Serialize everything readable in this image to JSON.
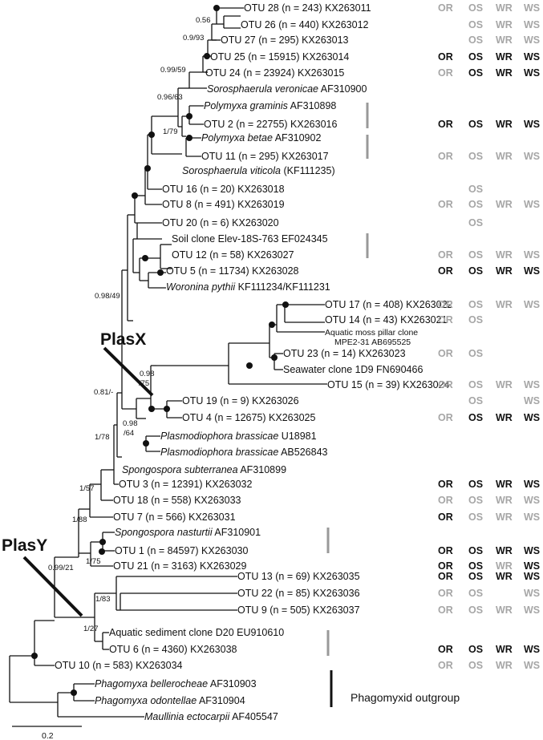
{
  "colors": {
    "present": "#111111",
    "absent": "#a6a6a6",
    "branch": "#111111",
    "bracket": "#999999"
  },
  "habitat_headers": [
    "OR",
    "OS",
    "WR",
    "WS"
  ],
  "taxa": [
    {
      "id": "otu28",
      "name": "OTU 28 (n = 243) KX263011",
      "italic": false,
      "hab": [
        "OR",
        "OS",
        "WR",
        "WS"
      ],
      "show": [
        0,
        0,
        0,
        0
      ]
    },
    {
      "id": "otu26",
      "name": "OTU 26 (n = 440) KX263012",
      "italic": false,
      "hab": [
        "",
        "OS",
        "WR",
        "WS"
      ],
      "show": [
        0,
        0,
        0,
        0
      ]
    },
    {
      "id": "otu27",
      "name": "OTU 27 (n = 295) KX263013",
      "italic": false,
      "hab": [
        "",
        "OS",
        "WR",
        "WS"
      ],
      "show": [
        0,
        0,
        0,
        0
      ]
    },
    {
      "id": "otu25",
      "name": "OTU 25 (n = 15915) KX263014",
      "italic": false,
      "hab": [
        "OR",
        "OS",
        "WR",
        "WS"
      ],
      "show": [
        1,
        1,
        1,
        1
      ]
    },
    {
      "id": "otu24",
      "name": "OTU 24 (n = 23924) KX263015",
      "italic": false,
      "hab": [
        "OR",
        "OS",
        "WR",
        "WS"
      ],
      "show": [
        0,
        1,
        1,
        1
      ]
    },
    {
      "id": "sveronicae",
      "name": "Sorosphaerula veronicae",
      "acc": "AF310900",
      "italic": true,
      "hab": [
        "",
        "",
        "",
        ""
      ],
      "show": [
        0,
        0,
        0,
        0
      ]
    },
    {
      "id": "pgraminis",
      "name": "Polymyxa graminis",
      "acc": "AF310898",
      "italic": true,
      "hab": [
        "",
        "",
        "",
        ""
      ],
      "show": [
        0,
        0,
        0,
        0
      ]
    },
    {
      "id": "otu2",
      "name": "OTU 2 (n = 22755) KX263016",
      "italic": false,
      "hab": [
        "OR",
        "OS",
        "WR",
        "WS"
      ],
      "show": [
        1,
        1,
        1,
        1
      ]
    },
    {
      "id": "pbetae",
      "name": "Polymyxa betae",
      "acc": "AF310902",
      "italic": true,
      "hab": [
        "",
        "",
        "",
        ""
      ],
      "show": [
        0,
        0,
        0,
        0
      ]
    },
    {
      "id": "otu11",
      "name": "OTU 11 (n = 295) KX263017",
      "italic": false,
      "hab": [
        "OR",
        "OS",
        "WR",
        "WS"
      ],
      "show": [
        0,
        0,
        0,
        0
      ]
    },
    {
      "id": "sviticola",
      "name": "Sorosphaerula viticola",
      "acc": "(KF111235)",
      "italic": true,
      "hab": [
        "",
        "",
        "",
        ""
      ],
      "show": [
        0,
        0,
        0,
        0
      ]
    },
    {
      "id": "otu16",
      "name": "OTU 16 (n = 20) KX263018",
      "italic": false,
      "hab": [
        "",
        "OS",
        "",
        ""
      ],
      "show": [
        0,
        0,
        0,
        0
      ]
    },
    {
      "id": "otu8",
      "name": "OTU 8 (n = 491) KX263019",
      "italic": false,
      "hab": [
        "OR",
        "OS",
        "WR",
        "WS"
      ],
      "show": [
        0,
        0,
        0,
        0
      ]
    },
    {
      "id": "otu20",
      "name": "OTU 20 (n = 6) KX263020",
      "italic": false,
      "hab": [
        "",
        "OS",
        "",
        ""
      ],
      "show": [
        0,
        0,
        0,
        0
      ]
    },
    {
      "id": "soilclone",
      "name": "Soil clone Elev-18S-763 EF024345",
      "italic": false,
      "hab": [
        "",
        "",
        "",
        ""
      ],
      "show": [
        0,
        0,
        0,
        0
      ]
    },
    {
      "id": "otu12",
      "name": "OTU 12 (n = 58) KX263027",
      "italic": false,
      "hab": [
        "OR",
        "OS",
        "WR",
        "WS"
      ],
      "show": [
        0,
        0,
        0,
        0
      ]
    },
    {
      "id": "otu5",
      "name": "OTU 5 (n = 11734) KX263028",
      "italic": false,
      "hab": [
        "OR",
        "OS",
        "WR",
        "WS"
      ],
      "show": [
        1,
        1,
        1,
        1
      ]
    },
    {
      "id": "wpythii",
      "name": "Woronina pythii",
      "acc": "KF111234/KF111231",
      "italic": true,
      "hab": [
        "",
        "",
        "",
        ""
      ],
      "show": [
        0,
        0,
        0,
        0
      ]
    },
    {
      "id": "otu17",
      "name": "OTU 17 (n = 408) KX263022",
      "italic": false,
      "hab": [
        "OR",
        "OS",
        "WR",
        "WS"
      ],
      "show": [
        0,
        0,
        0,
        0
      ]
    },
    {
      "id": "otu14",
      "name": "OTU 14 (n = 43) KX263021",
      "italic": false,
      "hab": [
        "OR",
        "OS",
        "",
        ""
      ],
      "show": [
        0,
        0,
        0,
        0
      ]
    },
    {
      "id": "mosspillar",
      "name": "Aquatic moss pillar clone",
      "name2": "MPE2-31 AB695525",
      "italic": false,
      "hab": [
        "",
        "",
        "",
        ""
      ],
      "show": [
        0,
        0,
        0,
        0
      ]
    },
    {
      "id": "otu23",
      "name": "OTU 23 (n = 14) KX263023",
      "italic": false,
      "hab": [
        "OR",
        "OS",
        "",
        ""
      ],
      "show": [
        0,
        0,
        0,
        0
      ]
    },
    {
      "id": "seawater",
      "name": "Seawater clone 1D9 FN690466",
      "italic": false,
      "hab": [
        "",
        "",
        "",
        ""
      ],
      "show": [
        0,
        0,
        0,
        0
      ]
    },
    {
      "id": "otu15",
      "name": "OTU 15 (n = 39) KX263024",
      "italic": false,
      "hab": [
        "OR",
        "OS",
        "WR",
        "WS"
      ],
      "show": [
        0,
        0,
        0,
        0
      ]
    },
    {
      "id": "otu19",
      "name": "OTU 19 (n = 9) KX263026",
      "italic": false,
      "hab": [
        "",
        "OS",
        "",
        "WS"
      ],
      "show": [
        0,
        0,
        0,
        0
      ]
    },
    {
      "id": "otu4",
      "name": "OTU 4 (n = 12675) KX263025",
      "italic": false,
      "hab": [
        "OR",
        "OS",
        "WR",
        "WS"
      ],
      "show": [
        0,
        1,
        1,
        1
      ]
    },
    {
      "id": "pbrassicae1",
      "name": "Plasmodiophora brassicae",
      "acc": "U18981",
      "italic": true,
      "hab": [
        "",
        "",
        "",
        ""
      ],
      "show": [
        0,
        0,
        0,
        0
      ]
    },
    {
      "id": "pbrassicae2",
      "name": "Plasmodiophora brassicae",
      "acc": "AB526843",
      "italic": true,
      "hab": [
        "",
        "",
        "",
        ""
      ],
      "show": [
        0,
        0,
        0,
        0
      ]
    },
    {
      "id": "ssubterranea",
      "name": "Spongospora subterranea",
      "acc": "AF310899",
      "italic": true,
      "hab": [
        "",
        "",
        "",
        ""
      ],
      "show": [
        0,
        0,
        0,
        0
      ]
    },
    {
      "id": "otu3",
      "name": "OTU 3 (n = 12391) KX263032",
      "italic": false,
      "hab": [
        "OR",
        "OS",
        "WR",
        "WS"
      ],
      "show": [
        1,
        1,
        1,
        1
      ]
    },
    {
      "id": "otu18",
      "name": "OTU 18 (n = 558) KX263033",
      "italic": false,
      "hab": [
        "OR",
        "OS",
        "WR",
        "WS"
      ],
      "show": [
        0,
        0,
        0,
        0
      ]
    },
    {
      "id": "otu7",
      "name": "OTU 7 (n = 566) KX263031",
      "italic": false,
      "hab": [
        "OR",
        "OS",
        "WR",
        "WS"
      ],
      "show": [
        1,
        0,
        0,
        0
      ]
    },
    {
      "id": "snasturtii",
      "name": "Spongospora nasturtii",
      "acc": "AF310901",
      "italic": true,
      "hab": [
        "",
        "",
        "",
        ""
      ],
      "show": [
        0,
        0,
        0,
        0
      ]
    },
    {
      "id": "otu1",
      "name": "OTU 1 (n = 84597) KX263030",
      "italic": false,
      "hab": [
        "OR",
        "OS",
        "WR",
        "WS"
      ],
      "show": [
        1,
        1,
        1,
        1
      ]
    },
    {
      "id": "otu21",
      "name": "OTU 21 (n = 3163) KX263029",
      "italic": false,
      "hab": [
        "OR",
        "OS",
        "WR",
        "WS"
      ],
      "show": [
        1,
        1,
        0,
        1
      ]
    },
    {
      "id": "otu13",
      "name": "OTU 13 (n = 69) KX263035",
      "italic": false,
      "hab": [
        "OR",
        "OS",
        "WR",
        "WS"
      ],
      "show": [
        1,
        1,
        1,
        1
      ]
    },
    {
      "id": "otu22",
      "name": "OTU 22 (n = 85) KX263036",
      "italic": false,
      "hab": [
        "OR",
        "OS",
        "",
        "WS"
      ],
      "show": [
        0,
        0,
        0,
        0
      ]
    },
    {
      "id": "otu9",
      "name": "OTU 9 (n = 505) KX263037",
      "italic": false,
      "hab": [
        "OR",
        "OS",
        "WR",
        "WS"
      ],
      "show": [
        0,
        0,
        0,
        0
      ]
    },
    {
      "id": "aquaticsed",
      "name": "Aquatic sediment clone D20 EU910610",
      "italic": false,
      "hab": [
        "",
        "",
        "",
        ""
      ],
      "show": [
        0,
        0,
        0,
        0
      ]
    },
    {
      "id": "otu6",
      "name": "OTU 6 (n = 4360) KX263038",
      "italic": false,
      "hab": [
        "OR",
        "OS",
        "WR",
        "WS"
      ],
      "show": [
        1,
        1,
        1,
        1
      ]
    },
    {
      "id": "otu10",
      "name": "OTU 10 (n = 583) KX263034",
      "italic": false,
      "hab": [
        "OR",
        "OS",
        "WR",
        "WS"
      ],
      "show": [
        0,
        0,
        0,
        0
      ]
    },
    {
      "id": "pbellerocheae",
      "name": "Phagomyxa bellerocheae",
      "acc": "AF310903",
      "italic": true,
      "hab": [
        "",
        "",
        "",
        ""
      ],
      "show": [
        0,
        0,
        0,
        0
      ]
    },
    {
      "id": "podontellae",
      "name": "Phagomyxa odontellae",
      "acc": "AF310904",
      "italic": true,
      "hab": [
        "",
        "",
        "",
        ""
      ],
      "show": [
        0,
        0,
        0,
        0
      ]
    },
    {
      "id": "mectocarpii",
      "name": "Maullinia ectocarpii",
      "acc": "AF405547",
      "italic": true,
      "hab": [
        "",
        "",
        "",
        ""
      ],
      "show": [
        0,
        0,
        0,
        0
      ]
    }
  ],
  "support_labels": {
    "s056": "0.56",
    "s0993": "0.9/93",
    "s09959": "0.99/59",
    "s09663": "0.96/63",
    "s179": "1/79",
    "s09849": "0.98/49",
    "s098_75a": "0.98",
    "s098_75b": "/75",
    "s081": "0.81/-",
    "s098_64a": "0.98",
    "s098_64b": "/64",
    "s178": "1/78",
    "s157": "1/57",
    "s188": "1/88",
    "s09921": "0.99/21",
    "s175": "1/75",
    "s183": "1/83",
    "s127": "1/27"
  },
  "clade_labels": {
    "plasx": "PlasX",
    "plasy": "PlasY"
  },
  "outgroup_label": "Phagomyxid outgroup",
  "scale_bar": {
    "label": "0.2"
  }
}
